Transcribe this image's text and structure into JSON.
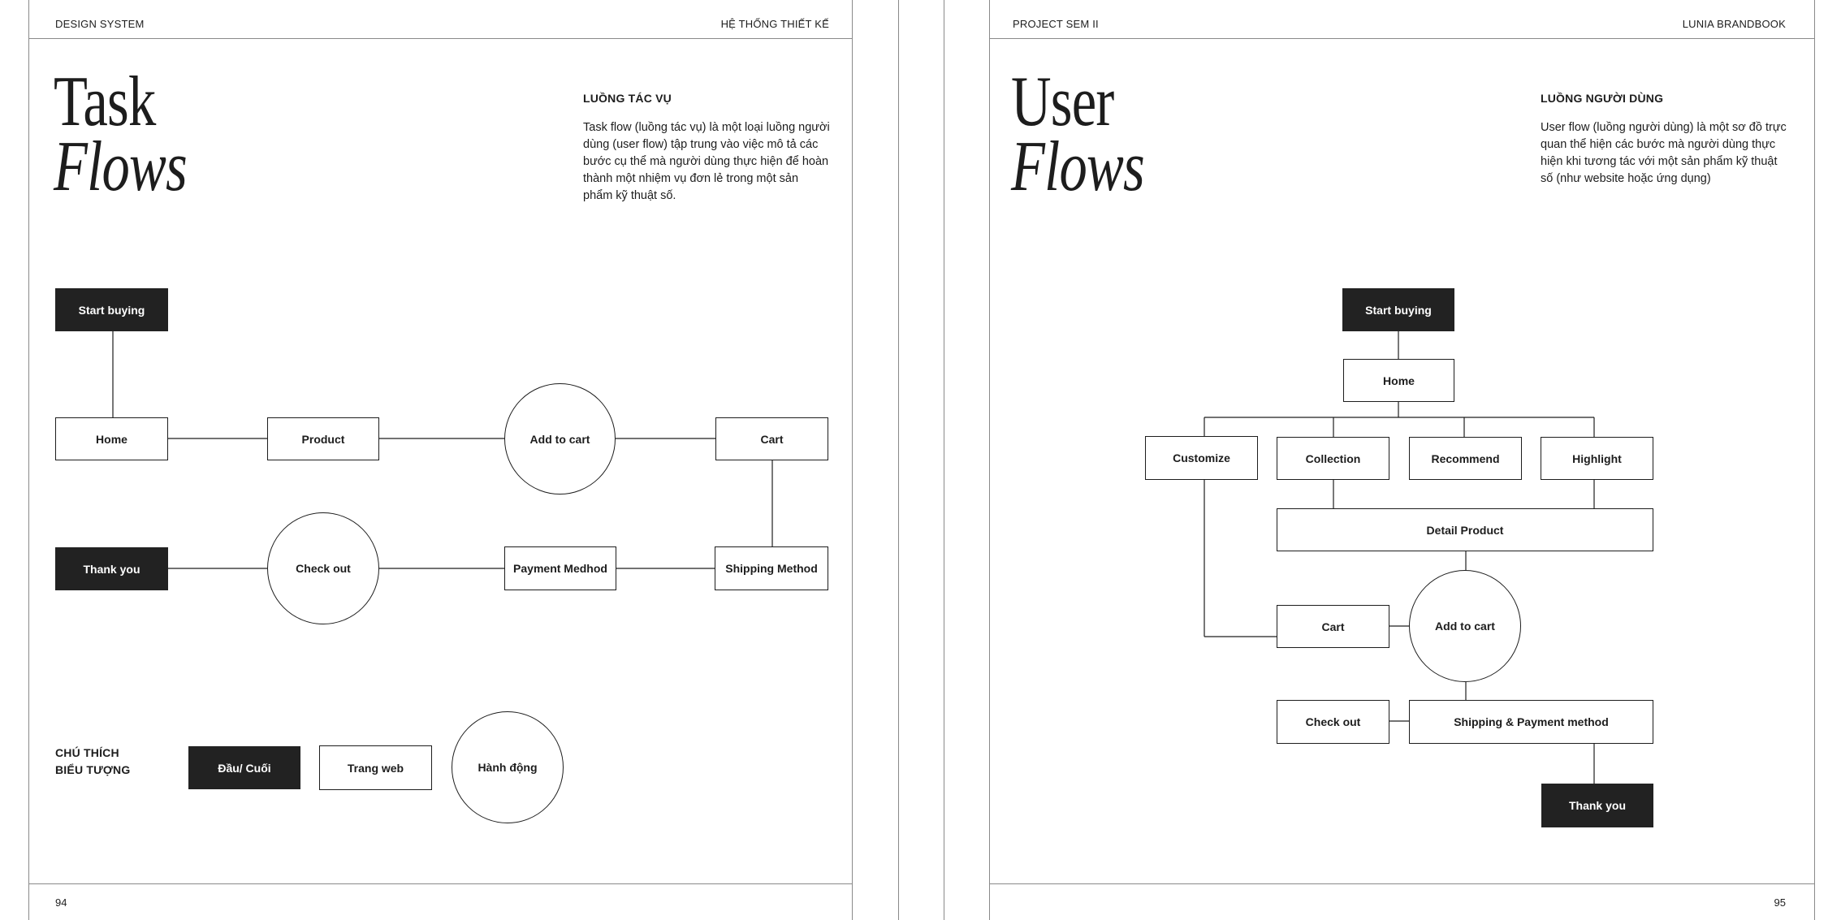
{
  "left_page": {
    "header_left": "DESIGN SYSTEM",
    "header_right": "HỆ THỐNG THIẾT KẾ",
    "title_line1": "Task",
    "title_line2": "Flows",
    "section_title": "LUỒNG TÁC VỤ",
    "section_body": "Task flow (luồng tác vụ) là một loại luồng người dùng (user flow) tập trung vào việc mô tả các bước cụ thể mà người dùng thực hiện để hoàn thành một nhiệm vụ đơn lẻ trong một sản phẩm kỹ thuật số.",
    "page_number": "94",
    "flow": {
      "start_buying": "Start buying",
      "home": "Home",
      "product": "Product",
      "add_to_cart": "Add to cart",
      "cart": "Cart",
      "thank_you": "Thank you",
      "check_out": "Check out",
      "payment_method": "Payment Medhod",
      "shipping_method": "Shipping Method"
    },
    "legend": {
      "title_line1": "CHÚ THÍCH",
      "title_line2": "BIỂU TƯỢNG",
      "terminal": "Đầu/ Cuối",
      "page": "Trang web",
      "action": "Hành động"
    }
  },
  "right_page": {
    "header_left": "PROJECT SEM II",
    "header_right": "LUNIA BRANDBOOK",
    "title_line1": "User",
    "title_line2": "Flows",
    "section_title": "LUỒNG NGƯỜI DÙNG",
    "section_body": "User flow (luồng người dùng) là một sơ đồ trực quan thể hiện các bước mà người dùng thực hiện khi tương tác với một sản phẩm kỹ thuật số (như website hoặc ứng dụng)",
    "page_number": "95",
    "flow": {
      "start_buying": "Start buying",
      "home": "Home",
      "customize": "Customize",
      "collection": "Collection",
      "recommend": "Recommend",
      "highlight": "Highlight",
      "detail_product": "Detail Product",
      "cart": "Cart",
      "add_to_cart": "Add to cart",
      "check_out": "Check out",
      "shipping_payment": "Shipping & Payment method",
      "thank_you": "Thank you"
    }
  },
  "colors": {
    "ink": "#1d1d1d",
    "terminal_fill": "#222222",
    "rule": "#8a8a8a",
    "paper": "#ffffff"
  }
}
